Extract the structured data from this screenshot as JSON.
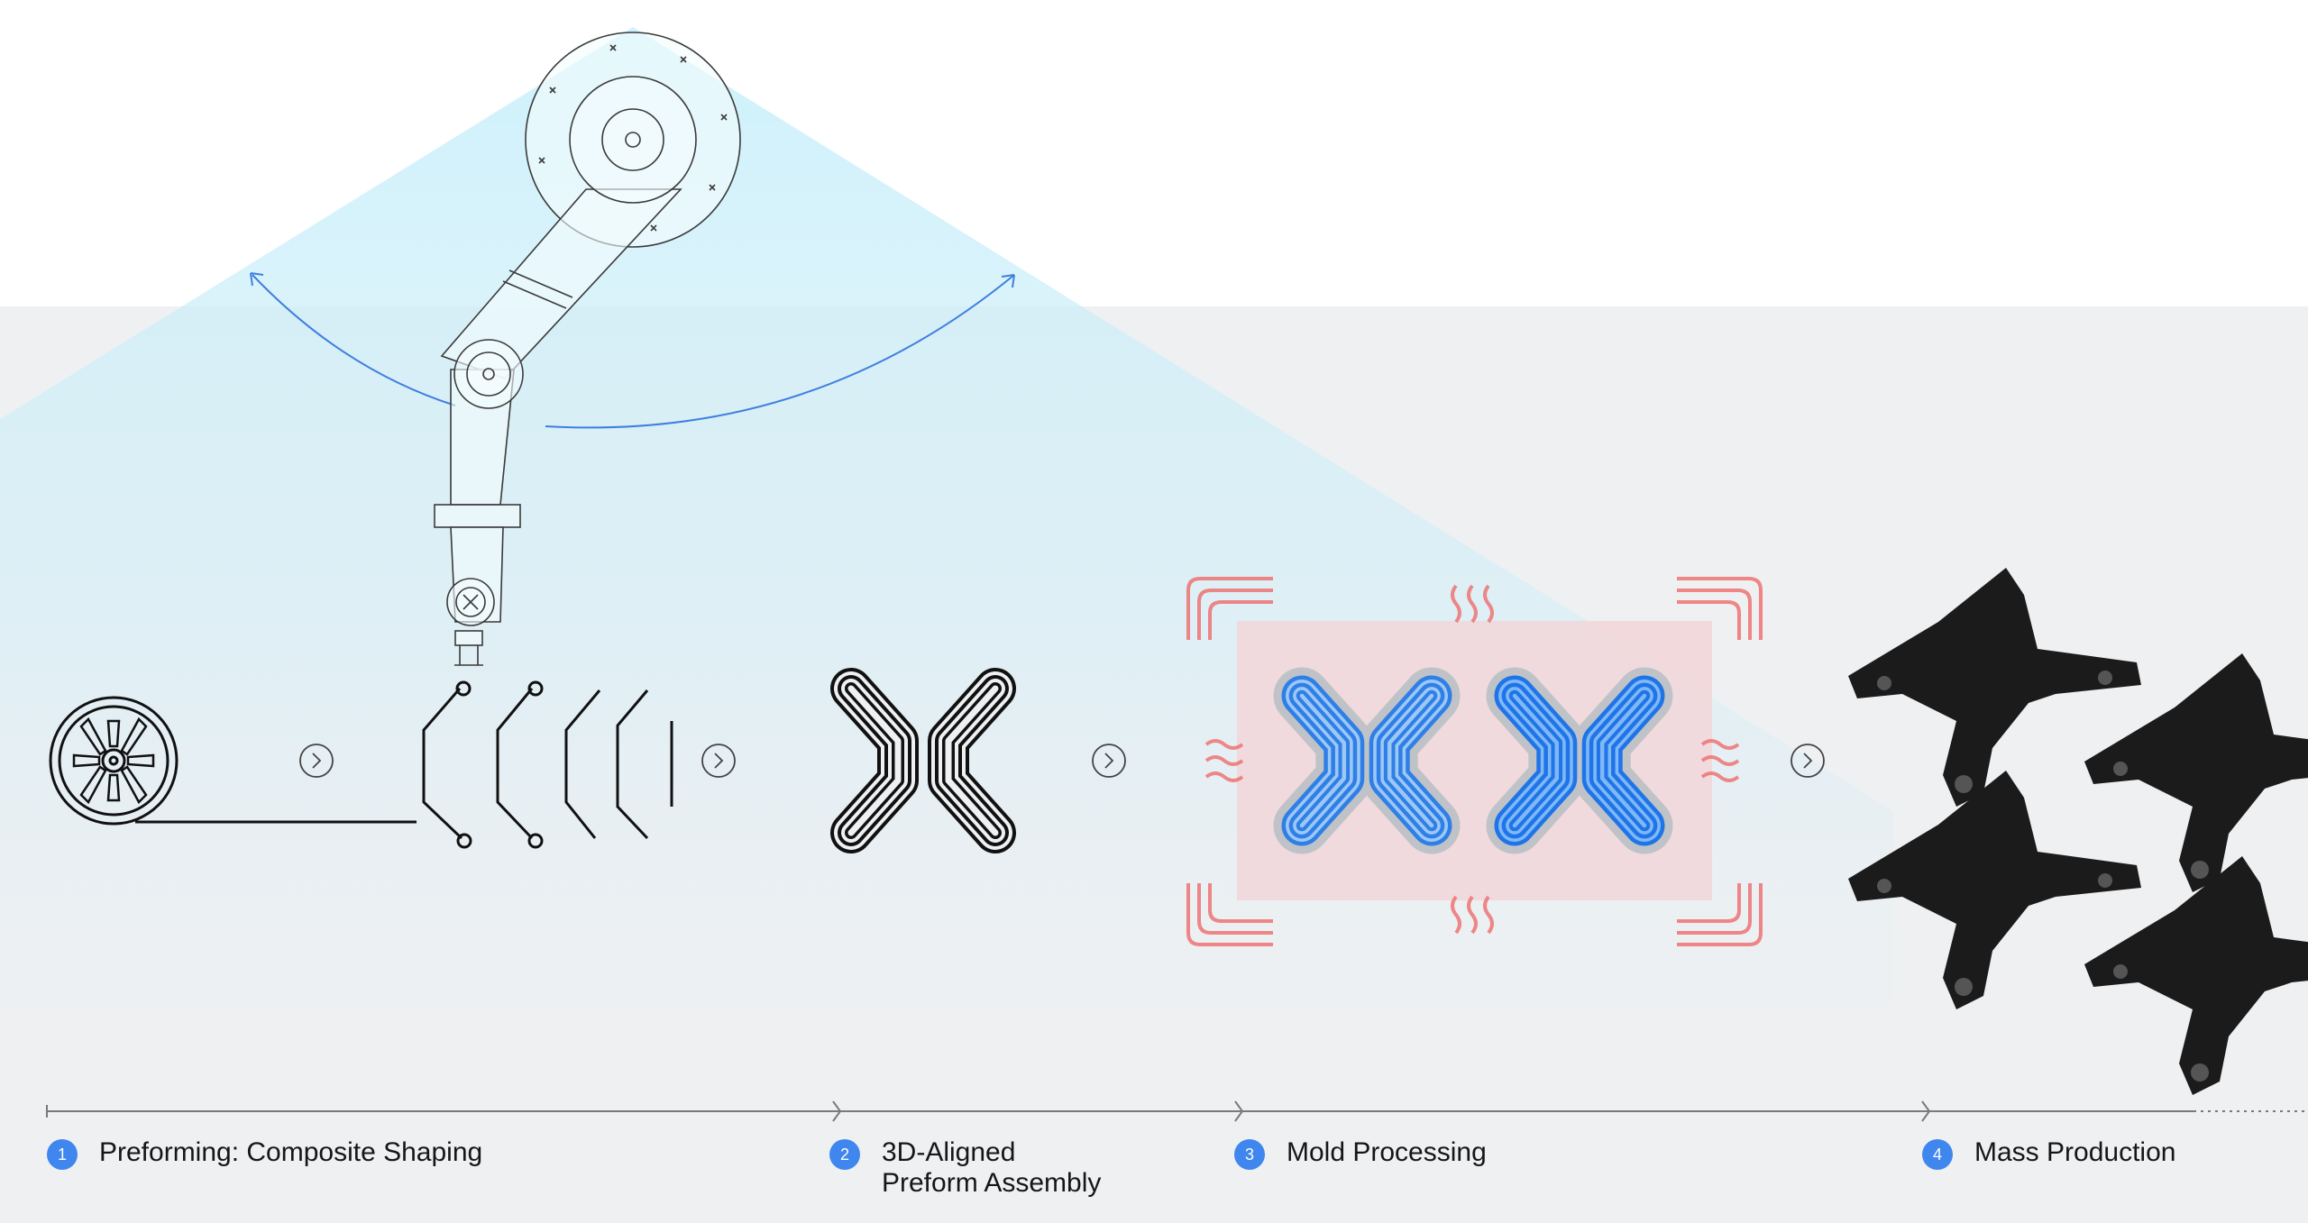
{
  "colors": {
    "accent": "#3f86ee",
    "heat": "#ef6b6b",
    "mold_fill": "#f2d6d8",
    "cone": "#c9f0fb"
  },
  "icons": [
    "robot-arm-icon",
    "fiber-spool-icon",
    "preform-strands-icon",
    "x-preform-icon",
    "mold-icon",
    "heat-wave-icon",
    "part-icon",
    "chevron-right-icon"
  ],
  "timeline": {
    "steps": [
      {
        "number": "1",
        "label": "Preforming: Composite Shaping"
      },
      {
        "number": "2",
        "label": "3D-Aligned\nPreform Assembly"
      },
      {
        "number": "3",
        "label": "Mold Processing"
      },
      {
        "number": "4",
        "label": "Mass Production"
      }
    ]
  }
}
